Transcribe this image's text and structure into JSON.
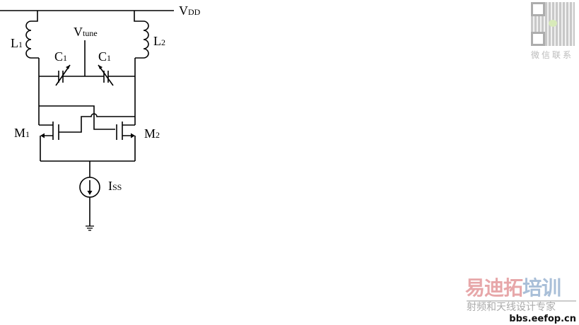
{
  "diagram": {
    "labels": {
      "vdd": "V",
      "vdd_sub": "DD",
      "vtune": "V",
      "vtune_sub": "tune",
      "l1": "L",
      "l1_sub": "1",
      "l2": "L",
      "l2_sub": "2",
      "c1_left": "C",
      "c1_left_sub": "1",
      "c1_right": "C",
      "c1_right_sub": "1",
      "m1": "M",
      "m1_sub": "1",
      "m2": "M",
      "m2_sub": "2",
      "iss": "I",
      "iss_sub": "SS"
    }
  },
  "watermark": {
    "qr_caption": "微信联系",
    "brand_part1": "易迪拓",
    "brand_part2": "培训",
    "slogan": "射频和天线设计专家",
    "url": "bbs.eefop.cn"
  }
}
